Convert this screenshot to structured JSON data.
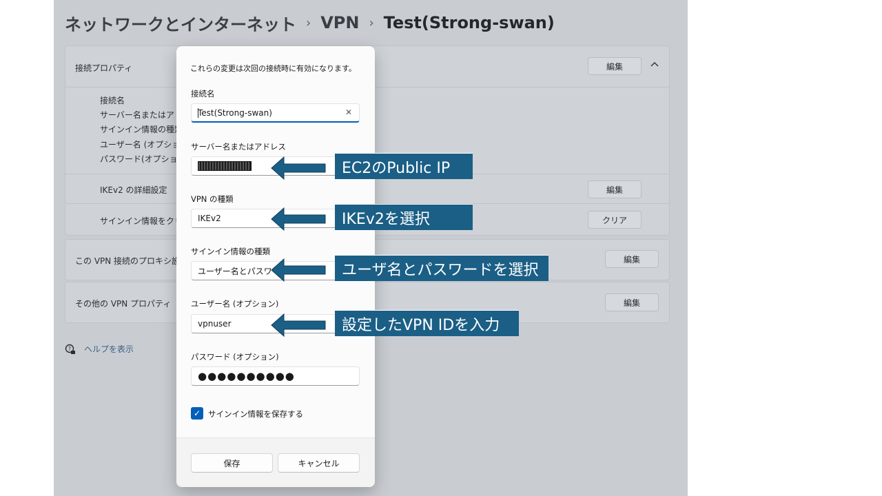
{
  "breadcrumb": {
    "item1": "ネットワークとインターネット",
    "item2": "VPN",
    "current": "Test(Strong-swan)",
    "separator": "›"
  },
  "settings": {
    "connection_props_title": "接続プロパティ",
    "connection_fields": [
      "接続名",
      "サーバー名またはアドレス",
      "サインイン情報の種類",
      "ユーザー名 (オプション)",
      "パスワード(オプション)"
    ],
    "ikev2_advanced": "IKEv2 の詳細設定",
    "clear_signin": "サインイン情報をクリアする",
    "proxy_settings": "この VPN 接続のプロキシ設定",
    "other_props": "その他の VPN プロパティ",
    "edit_label": "編集",
    "clear_label": "クリア",
    "help_link": "ヘルプを表示",
    "chevron_icon": "chevron-up-icon"
  },
  "dialog": {
    "note": "これらの変更は次回の接続時に有効になります。",
    "connection_name_label": "接続名",
    "connection_name_value": "Test(Strong-swan)",
    "server_label": "サーバー名またはアドレス",
    "vpn_type_label": "VPN の種類",
    "vpn_type_value": "IKEv2",
    "signin_type_label": "サインイン情報の種類",
    "signin_type_value": "ユーザー名とパスワード",
    "username_label": "ユーザー名 (オプション)",
    "username_value": "vpnuser",
    "password_label": "パスワード (オプション)",
    "password_value": "●●●●●●●●●●",
    "save_signin_label": "サインイン情報を保存する",
    "save_signin_checked": true,
    "save_button": "保存",
    "cancel_button": "キャンセル"
  },
  "annotations": {
    "server": "EC2のPublic IP",
    "vpn_type": "IKEv2を選択",
    "signin_type": "ユーザ名とパスワードを選択",
    "username": "設定したVPN IDを入力",
    "color": "#1b5f86"
  }
}
